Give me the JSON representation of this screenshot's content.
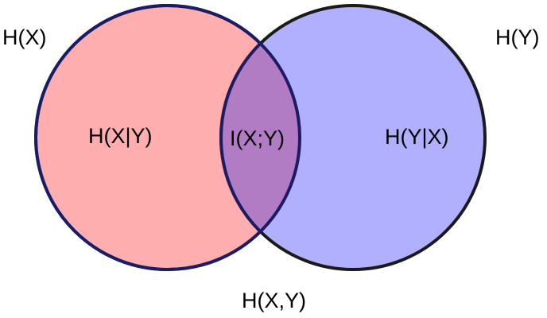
{
  "diagram": {
    "labels": {
      "hx": "H(X)",
      "hy": "H(Y)",
      "hx_given_y": "H(X|Y)",
      "mutual_info": "I(X;Y)",
      "hy_given_x": "H(Y|X)",
      "joint": "H(X,Y)"
    },
    "colors": {
      "left_fill": "#ffaeb0",
      "right_fill": "#b0b0ff",
      "overlap_fill": "#b17cc4",
      "outline": "#1a1a1a",
      "overlap_outline": "#1c1c66"
    }
  }
}
